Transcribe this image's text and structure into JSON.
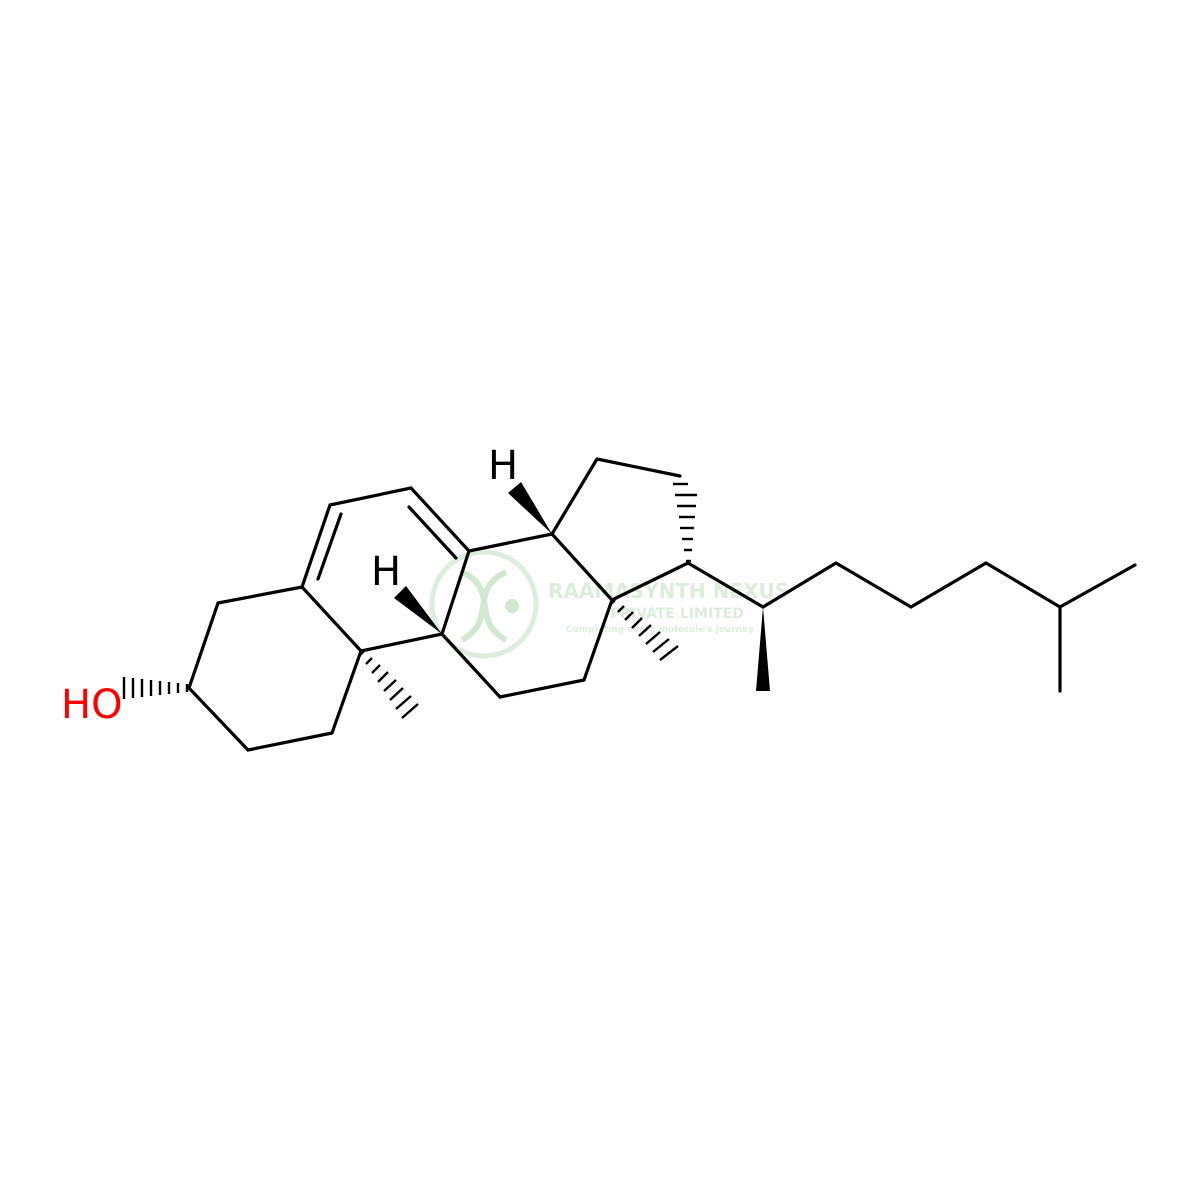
{
  "molecule": {
    "atom_labels": {
      "hydroxyl": "HO",
      "hydrogen_c9": "H",
      "hydrogen_c14": "H"
    },
    "colors": {
      "bond": "#000000",
      "oxygen": "#ff0000",
      "hydrogen": "#000000"
    }
  },
  "watermark": {
    "company_line1": "RAAMASYNTH NEXUS",
    "company_line2": "PRIVATE LIMITED",
    "tagline": "Completing every molecule's journey",
    "color": "#9ccc9c"
  }
}
